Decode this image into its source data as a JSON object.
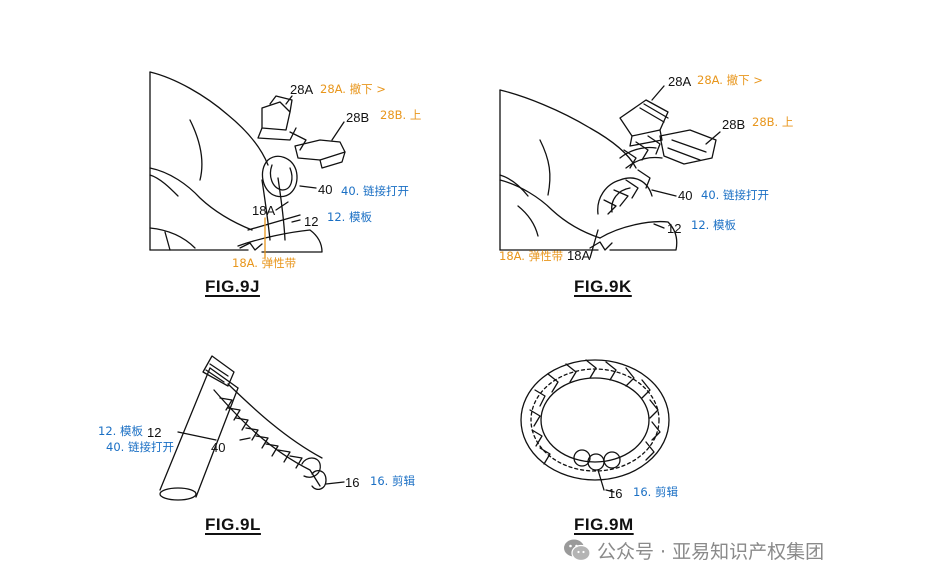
{
  "figures": {
    "j": {
      "title": "FIG.9J",
      "ref_28a": "28A",
      "ref_28b": "28B",
      "ref_40": "40",
      "ref_18a": "18A",
      "ref_12": "12",
      "ann_28a": "28A. 撤下 >",
      "ann_28b": "28B. 上",
      "ann_40": "40. 链接打开",
      "ann_12": "12. 模板",
      "ann_18a": "18A. 弹性带"
    },
    "k": {
      "title": "FIG.9K",
      "ref_28a": "28A",
      "ref_28b": "28B",
      "ref_40": "40",
      "ref_18a": "18A",
      "ref_12": "12",
      "ann_28a": "28A. 撤下 >",
      "ann_28b": "28B. 上",
      "ann_40": "40. 链接打开",
      "ann_12": "12. 模板",
      "ann_18a": "18A. 弹性带"
    },
    "l": {
      "title": "FIG.9L",
      "ref_12": "12",
      "ref_40": "40",
      "ref_16": "16",
      "ann_12": "12. 模板",
      "ann_40": "40. 链接打开",
      "ann_16": "16. 剪辑"
    },
    "m": {
      "title": "FIG.9M",
      "ref_16": "16",
      "ann_16": "16. 剪辑"
    }
  },
  "watermark": {
    "text": "公众号 · 亚易知识产权集团",
    "icon": "wechat-icon"
  },
  "colors": {
    "orange": "#e8961c",
    "blue": "#1a6fc4",
    "line": "#111111"
  }
}
